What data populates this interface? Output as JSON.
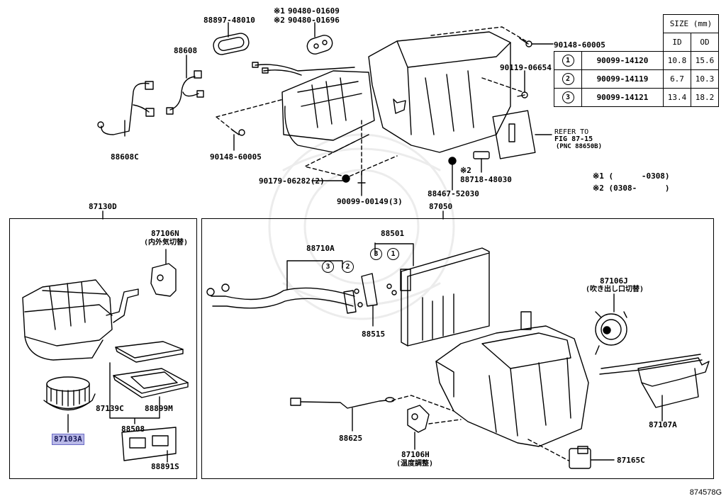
{
  "diagram": {
    "figure_id": "874578G",
    "top_labels": {
      "p88897": "88897-48010",
      "note1_mark": "※1",
      "note2_mark": "※2",
      "p90480_1": "90480-01609",
      "p90480_2": "90480-01696",
      "p88608": "88608",
      "p88608c": "88608C",
      "p90148_left": "90148-60005",
      "p90148_right": "90148-60005",
      "p90119": "90119-06654",
      "p90179": "90179-06282(2)",
      "p90099": "90099-00149(3)",
      "p88467": "88467-52030",
      "p88718_mark": "※2",
      "p88718": "88718-48030",
      "refer_line1": "REFER TO",
      "refer_line2": "FIG 87-15",
      "refer_line3": "(PNC 88650B)",
      "legend1": "※1 (      -0308)",
      "legend2": "※2 (0308-      )"
    },
    "size_table": {
      "header": "SIZE (mm)",
      "col_id": "ID",
      "col_od": "OD",
      "rows": [
        {
          "mark": "1",
          "part": "90099-14120",
          "id": "10.8",
          "od": "15.6"
        },
        {
          "mark": "2",
          "part": "90099-14119",
          "id": "6.7",
          "od": "10.3"
        },
        {
          "mark": "3",
          "part": "90099-14121",
          "id": "13.4",
          "od": "18.2"
        }
      ]
    },
    "left_box": {
      "title": "87130D",
      "p87106n": "87106N",
      "p87106n_desc": "(内外気切替)",
      "p87139c": "87139C",
      "p88899m": "88899M",
      "p88508": "88508",
      "p87103a": "87103A",
      "p88891s": "88891S"
    },
    "right_box": {
      "title": "87050",
      "p88501": "88501",
      "p88710a": "88710A",
      "circle3a": "3",
      "circle2": "2",
      "circle3b": "3",
      "circle1": "1",
      "p88515": "88515",
      "p87106j": "87106J",
      "p87106j_desc": "(吹き出し口切替)",
      "p87107a": "87107A",
      "p88625": "88625",
      "p87106h": "87106H",
      "p87106h_desc": "(温度調整)",
      "p87165c": "87165C"
    },
    "highlight_color": "#b9b9e8"
  }
}
